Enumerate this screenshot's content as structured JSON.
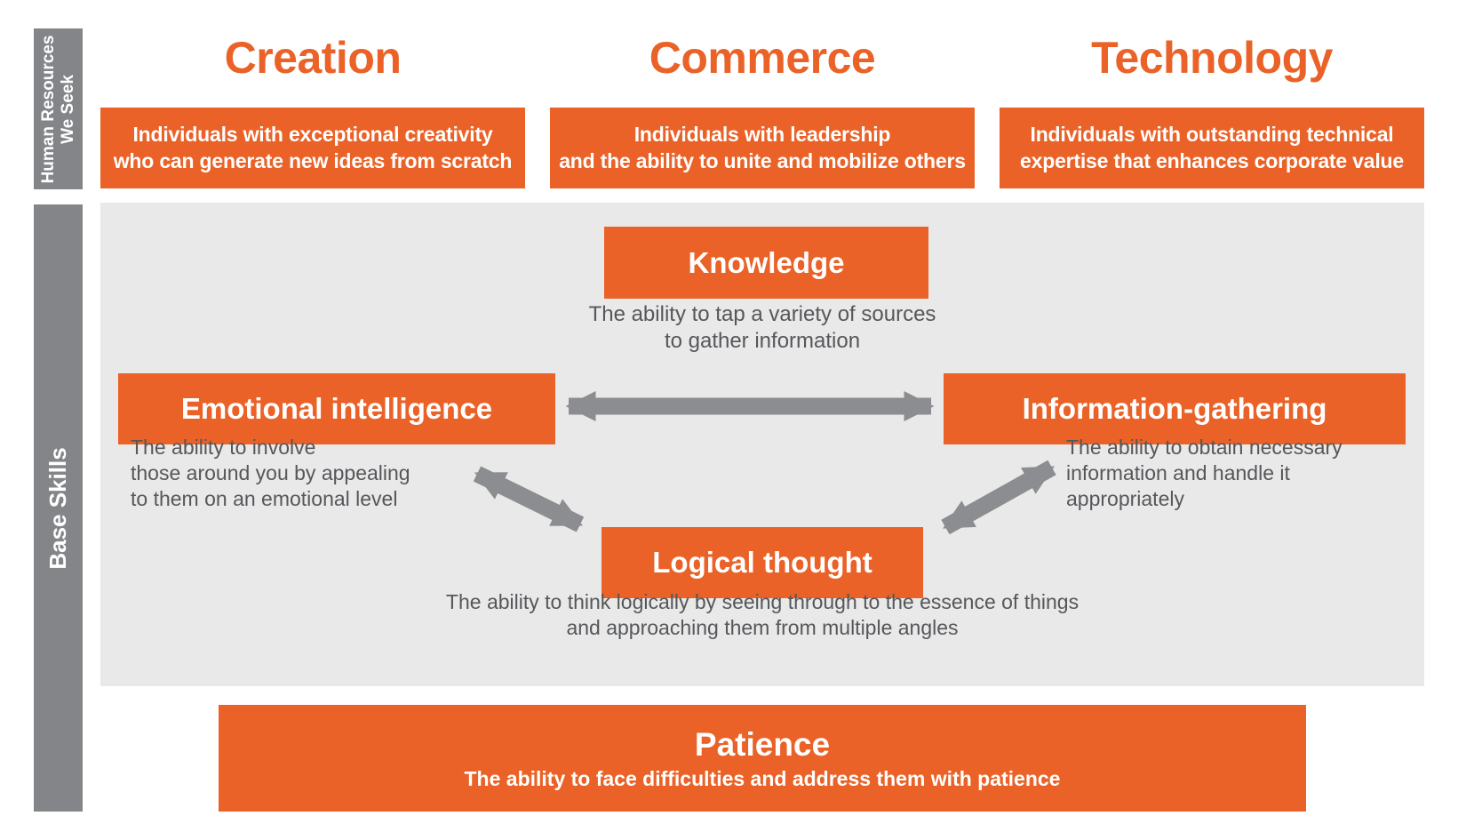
{
  "palette": {
    "orange": "#EA6227",
    "sidebar_gray": "#838588",
    "arrow_gray": "#8B8D90",
    "panel_gray": "#E9E9E9",
    "caption_text_gray": "#55575A"
  },
  "sidebars": {
    "human_resources_label": "Human Resources\nWe Seek",
    "base_skills_label": "Base Skills"
  },
  "columns": [
    {
      "title": "Creation",
      "description": "Individuals with exceptional creativity\nwho can generate new ideas from scratch"
    },
    {
      "title": "Commerce",
      "description": "Individuals with leadership\nand the ability to unite and mobilize others"
    },
    {
      "title": "Technology",
      "description": "Individuals with outstanding technical\nexpertise that enhances corporate value"
    }
  ],
  "base_skills": {
    "knowledge": {
      "label": "Knowledge",
      "description": "The ability to tap a variety of sources\nto gather information"
    },
    "emotional_intelligence": {
      "label": "Emotional intelligence",
      "description": "The ability to involve\nthose around you by appealing\nto them on an emotional level"
    },
    "information_gathering": {
      "label": "Information-gathering",
      "description": "The ability to obtain necessary\ninformation and handle it\nappropriately"
    },
    "logical_thought": {
      "label": "Logical thought",
      "description": "The ability to think logically by seeing through to the essence of things\nand approaching them from multiple angles"
    },
    "patience": {
      "label": "Patience",
      "description": "The ability to face difficulties and address them with patience"
    }
  }
}
